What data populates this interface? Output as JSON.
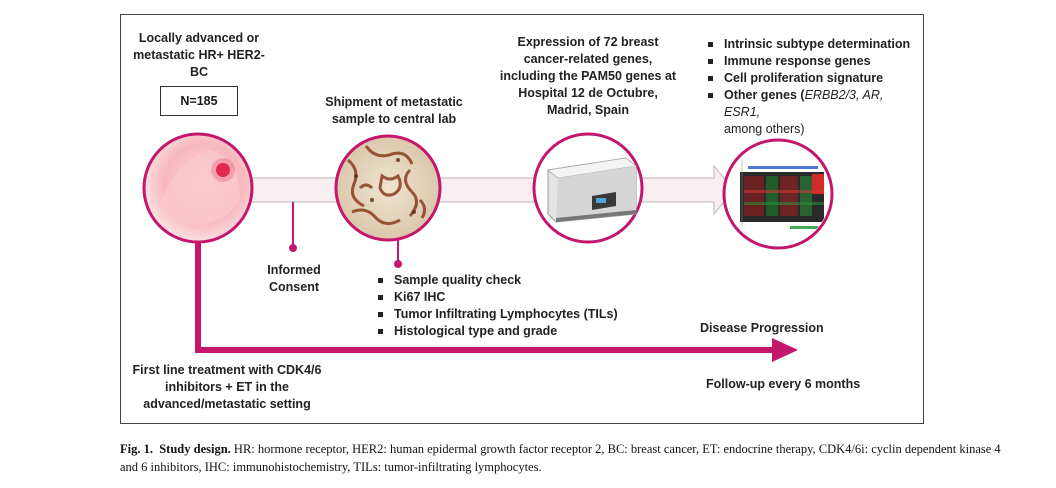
{
  "patients": {
    "title": "Locally advanced or metastatic HR+ HER2- BC",
    "n_label": "N=185"
  },
  "shipment": {
    "label": "Shipment of metastatic sample to central lab"
  },
  "expression": {
    "label": "Expression of 72 breast cancer-related genes, including the PAM50 genes at Hospital 12 de Octubre, Madrid, Spain"
  },
  "analyses": {
    "items": [
      "Intrinsic subtype determination",
      "Immune response genes",
      "Cell proliferation signature"
    ],
    "other_prefix": "Other genes (",
    "other_genes": "ERBB2/3, AR, ESR1",
    "other_suffix": ",",
    "other_line2": "among others)"
  },
  "consent": {
    "label": "Informed Consent"
  },
  "sample_checks": {
    "items": [
      "Sample quality check",
      "Ki67 IHC",
      "Tumor Infiltrating Lymphocytes (TILs)",
      "Histological type and grade"
    ]
  },
  "treatment": {
    "label": "First line treatment with CDK4/6 inhibitors + ET in the advanced/metastatic setting"
  },
  "timeline": {
    "top_label": "Disease Progression",
    "bottom_label": "Follow-up every 6 months"
  },
  "caption": {
    "fig": "Fig. 1.",
    "title": "Study design.",
    "text": "HR: hormone receptor, HER2: human epidermal growth factor receptor 2, BC: breast cancer, ET: endocrine therapy, CDK4/6i: cyclin dependent kinase 4 and 6 inhibitors, IHC: immunohistochemistry, TILs: tumor-infiltrating lymphocytes."
  },
  "colors": {
    "accent": "#c4176c",
    "arrow_fill": "#f6eef1",
    "arrow_stroke": "#c9c0c4"
  }
}
